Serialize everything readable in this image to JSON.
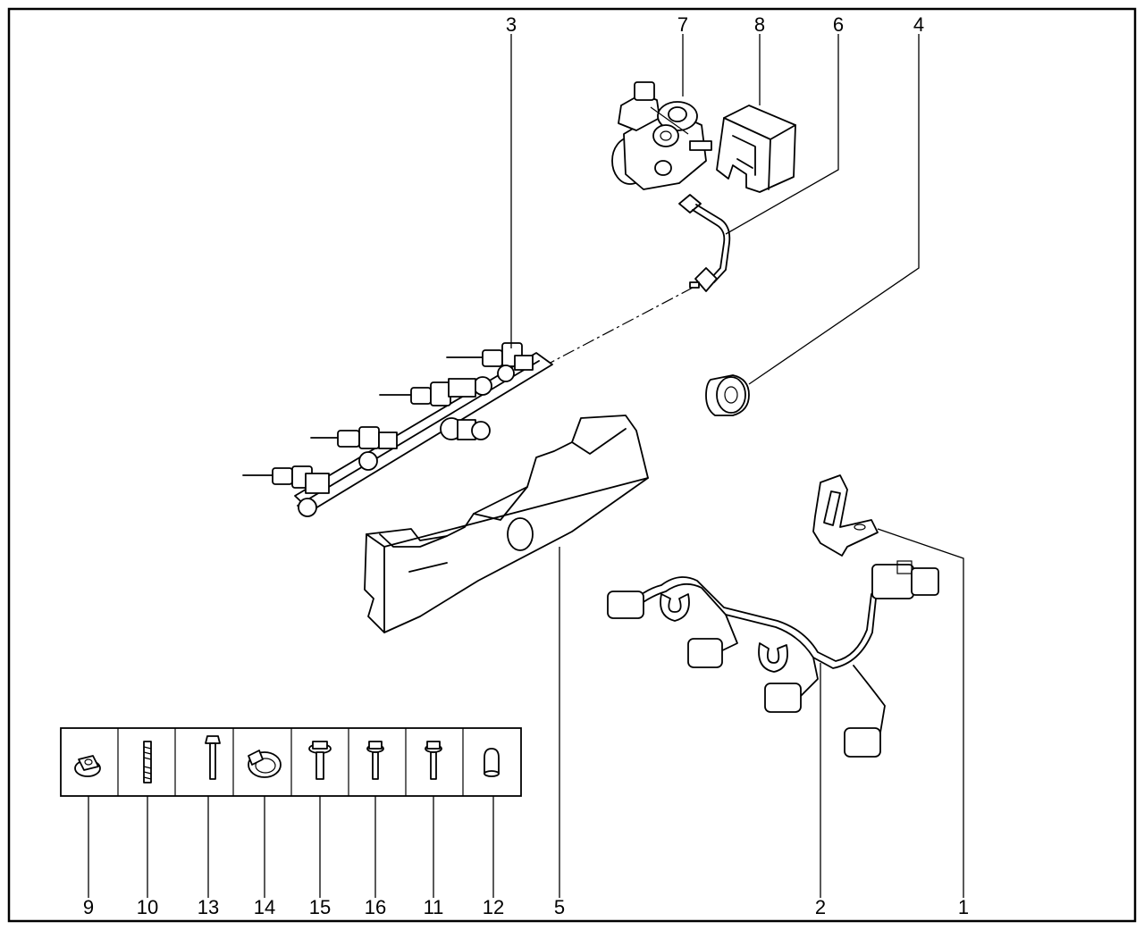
{
  "callouts": {
    "c1": "1",
    "c2": "2",
    "c3": "3",
    "c4": "4",
    "c5": "5",
    "c6": "6",
    "c7": "7",
    "c8": "8",
    "c9": "9",
    "c10": "10",
    "c11": "11",
    "c12": "12",
    "c13": "13",
    "c14": "14",
    "c15": "15",
    "c16": "16"
  },
  "fastener_panel_order": [
    "9",
    "10",
    "13",
    "14",
    "15",
    "16",
    "11",
    "12"
  ]
}
